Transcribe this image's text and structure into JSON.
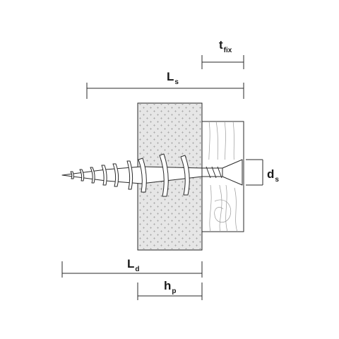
{
  "labels": {
    "t_fix": {
      "main": "t",
      "sub": "fix"
    },
    "L_s": {
      "main": "L",
      "sub": "s"
    },
    "d_s": {
      "main": "d",
      "sub": "s"
    },
    "L_d": {
      "main": "L",
      "sub": "d"
    },
    "h_p": {
      "main": "h",
      "sub": "p"
    }
  },
  "colors": {
    "line": "#2a2a2a",
    "base_material": "#e6e6e6",
    "fixture": "#ffffff",
    "texture": "#9a9a9a"
  }
}
